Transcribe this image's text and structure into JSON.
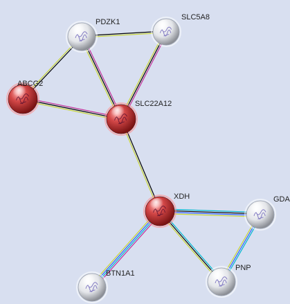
{
  "network": {
    "nodes": [
      {
        "id": "PDZK1",
        "label": "PDZK1",
        "color": "#d8d8d8",
        "halo": "#ffffff"
      },
      {
        "id": "SLC5A8",
        "label": "SLC5A8",
        "color": "#dfe6ee",
        "halo": "#ffffff"
      },
      {
        "id": "ABCG2",
        "label": "ABCG2",
        "color": "#c23c3c",
        "halo": "#ff8a8a"
      },
      {
        "id": "SLC22A12",
        "label": "SLC22A12",
        "color": "#c23c3c",
        "halo": "#ff8a8a"
      },
      {
        "id": "XDH",
        "label": "XDH",
        "color": "#c23c3c",
        "halo": "#ff8a8a"
      },
      {
        "id": "GDA",
        "label": "GDA",
        "color": "#dfe3e0",
        "halo": "#ffffff"
      },
      {
        "id": "PNP",
        "label": "PNP",
        "color": "#dcdcdc",
        "halo": "#ffffff"
      },
      {
        "id": "BTN1A1",
        "label": "BTN1A1",
        "color": "#dadada",
        "halo": "#ffffff"
      }
    ],
    "edges": [
      {
        "source": "PDZK1",
        "target": "SLC5A8",
        "colors": [
          "#000000",
          "#c9d636"
        ]
      },
      {
        "source": "PDZK1",
        "target": "ABCG2",
        "colors": [
          "#000000",
          "#c9d636"
        ]
      },
      {
        "source": "PDZK1",
        "target": "SLC22A12",
        "colors": [
          "#c2309a",
          "#000000",
          "#c9d636"
        ]
      },
      {
        "source": "SLC5A8",
        "target": "SLC22A12",
        "colors": [
          "#c2309a",
          "#000000",
          "#c9d636"
        ]
      },
      {
        "source": "ABCG2",
        "target": "SLC22A12",
        "colors": [
          "#c2309a",
          "#000000",
          "#c9d636"
        ]
      },
      {
        "source": "SLC22A12",
        "target": "XDH",
        "colors": [
          "#000000",
          "#c9d636"
        ]
      },
      {
        "source": "XDH",
        "target": "GDA",
        "colors": [
          "#00b8d0",
          "#000000",
          "#3060ff",
          "#c9d636"
        ]
      },
      {
        "source": "XDH",
        "target": "PNP",
        "colors": [
          "#00b8d0",
          "#000000",
          "#c9d636"
        ]
      },
      {
        "source": "XDH",
        "target": "BTN1A1",
        "colors": [
          "#c2309a",
          "#00b8d0",
          "#3060ff",
          "#c9d636"
        ]
      },
      {
        "source": "GDA",
        "target": "PNP",
        "colors": [
          "#00b8d0",
          "#3060ff",
          "#c9d636"
        ]
      }
    ]
  }
}
